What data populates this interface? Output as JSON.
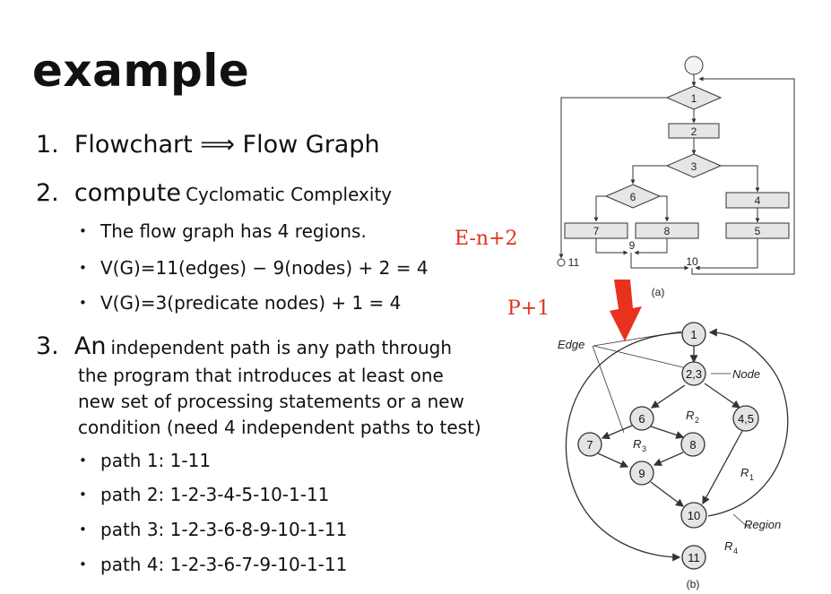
{
  "slide": {
    "title": "example",
    "step1": {
      "num": "1.",
      "text": "Flowchart ⟹ Flow Graph"
    },
    "step2": {
      "num": "2.",
      "word": "compute",
      "rest": "Cyclomatic Complexity"
    },
    "bullets2": [
      "The flow graph has 4 regions.",
      "V(G)=11(edges) − 9(nodes) + 2 = 4",
      "V(G)=3(predicate nodes) + 1 = 4"
    ],
    "annot_edges": "E-n+2",
    "annot_pred": "P+1",
    "step3": {
      "num": "3.",
      "word": "An",
      "line1_rest": "independent path is any path through",
      "line2": "the program that introduces at least one",
      "line3": "new set of processing statements or a new",
      "line4": "condition (need 4 independent paths to test)"
    },
    "paths": [
      "path 1: 1-11",
      "path 2: 1-2-3-4-5-10-1-11",
      "path 3: 1-2-3-6-8-9-10-1-11",
      "path 4: 1-2-3-6-7-9-10-1-11"
    ]
  },
  "flowchart": {
    "caption": "(a)",
    "nodes": {
      "n1": "1",
      "n2": "2",
      "n3": "3",
      "n4": "4",
      "n5": "5",
      "n6": "6",
      "n7": "7",
      "n8": "8",
      "n9": "9",
      "n10": "10",
      "n11": "11"
    }
  },
  "flowgraph": {
    "caption": "(b)",
    "nodes": {
      "n1": "1",
      "n23": "2,3",
      "n45": "4,5",
      "n6": "6",
      "n7": "7",
      "n8": "8",
      "n9": "9",
      "n10": "10",
      "n11": "11"
    },
    "labels": {
      "edge": "Edge",
      "node": "Node",
      "region": "Region",
      "r1": "R",
      "r1s": "1",
      "r2": "R",
      "r2s": "2",
      "r3": "R",
      "r3s": "3",
      "r4": "R",
      "r4s": "4"
    }
  },
  "colors": {
    "arrow": "#e8321e",
    "annotation": "#e0301e",
    "box": "#e6e6e6"
  }
}
